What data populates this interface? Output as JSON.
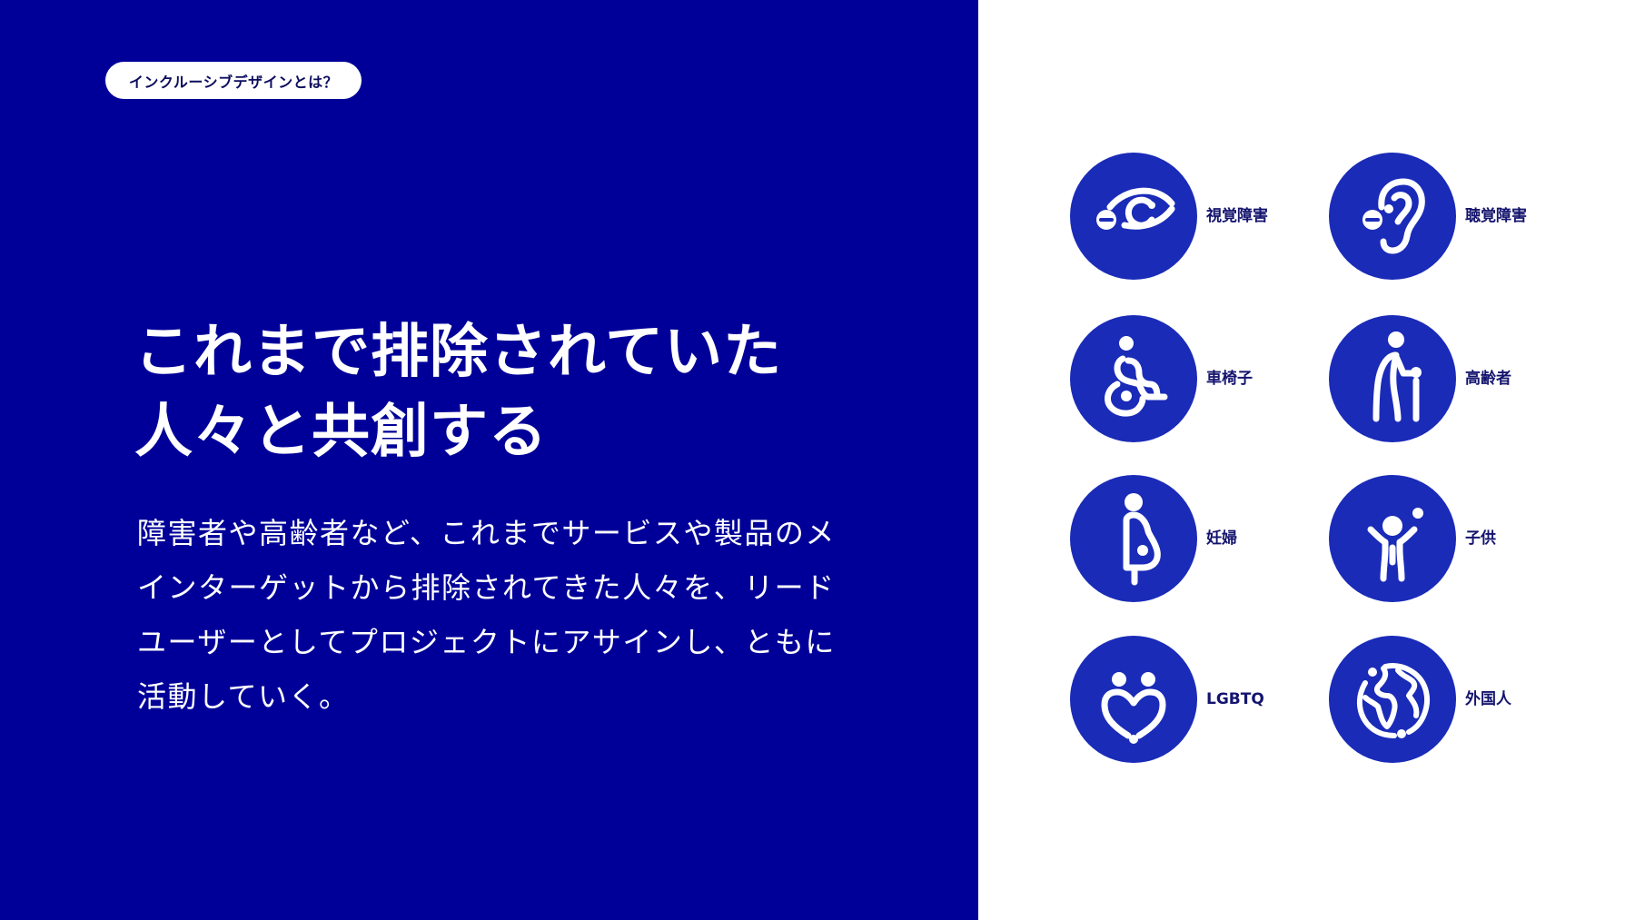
{
  "theme": {
    "left_bg": "#000099",
    "right_bg": "#ffffff",
    "circle": "#1a2bb8",
    "label": "#14146e",
    "text": "#ffffff"
  },
  "badge": {
    "label": "インクルーシブデザインとは？"
  },
  "headline": {
    "lines": [
      "これまで排除されていた",
      "人々と共創する"
    ]
  },
  "body": {
    "lines": [
      "障害者や高齢者など、これまでサービスや製品のメ",
      "インターゲットから排除されてきた人々を、リード",
      "ユーザーとしてプロジェクトにアサインし、ともに",
      "活動していく。"
    ]
  },
  "categories": [
    {
      "label": "視覚障害",
      "icon": "eye-icon"
    },
    {
      "label": "聴覚障害",
      "icon": "ear-icon"
    },
    {
      "label": "車椅子",
      "icon": "wheelchair-icon"
    },
    {
      "label": "高齢者",
      "icon": "elderly-icon"
    },
    {
      "label": "妊婦",
      "icon": "pregnant-icon"
    },
    {
      "label": "子供",
      "icon": "child-icon"
    },
    {
      "label": "LGBTQ",
      "icon": "heart-couple-icon"
    },
    {
      "label": "外国人",
      "icon": "globe-icon"
    }
  ]
}
